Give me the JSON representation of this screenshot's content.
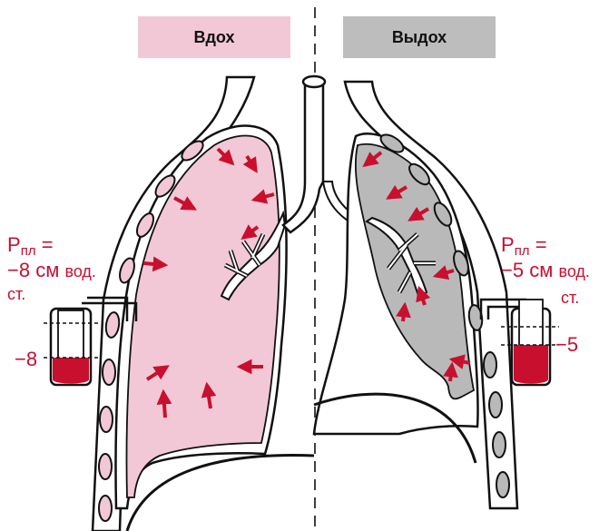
{
  "headers": {
    "inhale": "Вдох",
    "exhale": "Выдох"
  },
  "pressure_symbol": "P",
  "pressure_subscript": "пл",
  "inhale": {
    "eq_sign": "=",
    "value_line": "−8 см",
    "unit_a": "вод.",
    "unit_b": "ст.",
    "manometer_reading": "−8"
  },
  "exhale": {
    "eq_sign": "=",
    "value_line": "−5 см",
    "unit_a": "вод.",
    "unit_b": "ст.",
    "manometer_reading": "−5"
  },
  "colors": {
    "accent_red": "#c8102e",
    "lung_pink": "#f2c8d6",
    "lung_grey": "#b9b9b9",
    "header_pink": "#f2c8d6",
    "header_grey": "#bdbdbd",
    "outline": "#111111"
  }
}
